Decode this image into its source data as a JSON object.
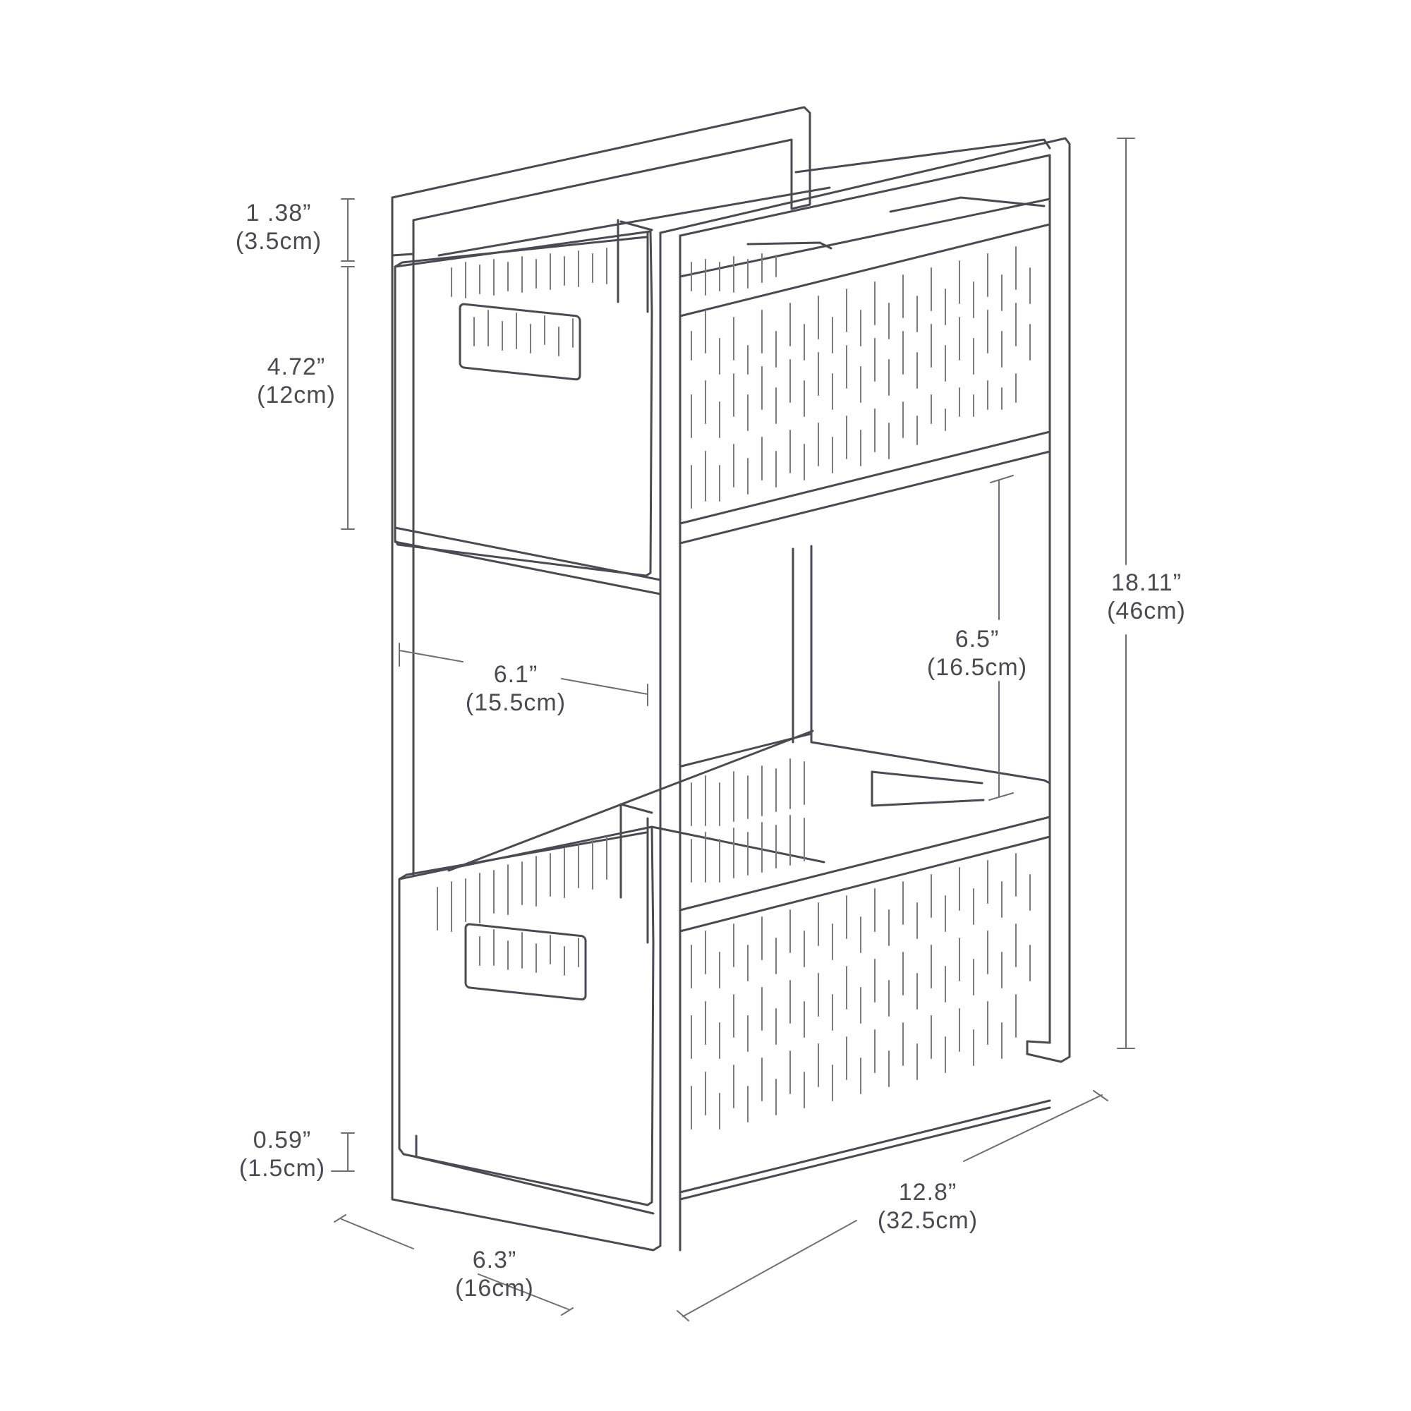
{
  "diagram": {
    "subject": "2-tier slide-out organizer with perforated drawers",
    "line_color": "#4a4a52",
    "dim_line_color": "#6e6e76",
    "background": "#ffffff"
  },
  "dimensions": {
    "top_gap": {
      "imperial": "1 .38”",
      "metric": "(3.5cm)"
    },
    "drawer_height": {
      "imperial": "4.72”",
      "metric": "(12cm)"
    },
    "inner_width": {
      "imperial": "6.1”",
      "metric": "(15.5cm)"
    },
    "inner_clearance": {
      "imperial": "6.5”",
      "metric": "(16.5cm)"
    },
    "total_height": {
      "imperial": "18.11”",
      "metric": "(46cm)"
    },
    "base_gap": {
      "imperial": "0.59”",
      "metric": "(1.5cm)"
    },
    "width": {
      "imperial": "6.3”",
      "metric": "(16cm)"
    },
    "depth": {
      "imperial": "12.8”",
      "metric": "(32.5cm)"
    }
  }
}
